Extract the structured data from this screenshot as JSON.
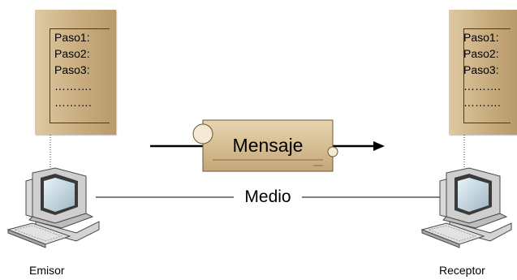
{
  "sender_note": {
    "lines": [
      "Paso1:",
      "Paso2:",
      "Paso3:",
      "……….",
      "………."
    ]
  },
  "receiver_note": {
    "lines": [
      "Paso1:",
      "Paso2:",
      "Paso3:",
      "……….",
      "………."
    ]
  },
  "message_label": "Mensaje",
  "medium_label": "Medio",
  "sender_label": "Emisor",
  "receiver_label": "Receptor",
  "colors": {
    "note_fill": "#cfb389",
    "scroll_fill": "#d9c39a",
    "arrow": "#000000"
  }
}
